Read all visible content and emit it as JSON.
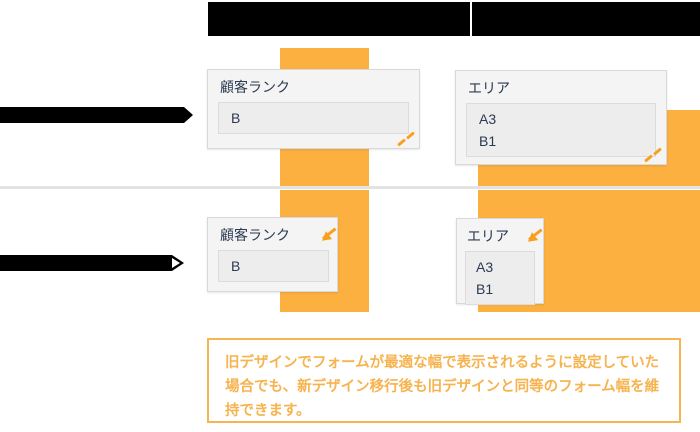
{
  "header": {
    "redacted_title_left": "",
    "redacted_title_right": ""
  },
  "annotations": {
    "top_row_redacted_label": "",
    "bottom_row_redacted_label": ""
  },
  "old_design": {
    "rank_card": {
      "label": "顧客ランク",
      "value": "B",
      "resize_handle_icon": "resize-grip-dashes-icon"
    },
    "area_card": {
      "label": "エリア",
      "value_line1": "A3",
      "value_line2": "B1",
      "resize_handle_icon": "resize-grip-dashes-icon"
    }
  },
  "new_design": {
    "rank_card": {
      "label": "顧客ランク",
      "value": "B",
      "resize_handle_icon": "resize-arrow-down-left-icon"
    },
    "area_card": {
      "label": "エリア",
      "value_line1": "A3",
      "value_line2": "B1",
      "resize_handle_icon": "resize-arrow-down-left-icon"
    }
  },
  "caption": {
    "text": "旧デザインでフォームが最適な幅で表示されるように設定していた場合でも、新デザイン移行後も旧デザインと同等のフォーム幅を維持できます。"
  },
  "colors": {
    "highlight_orange": "#fcb040",
    "caption_border": "#f6b553",
    "caption_text": "#f6b34e",
    "grip_orange": "#f8a01e",
    "card_bg": "#f4f4f4",
    "field_bg": "#ededed",
    "divider": "#e3e3e3",
    "redaction": "#000000"
  }
}
